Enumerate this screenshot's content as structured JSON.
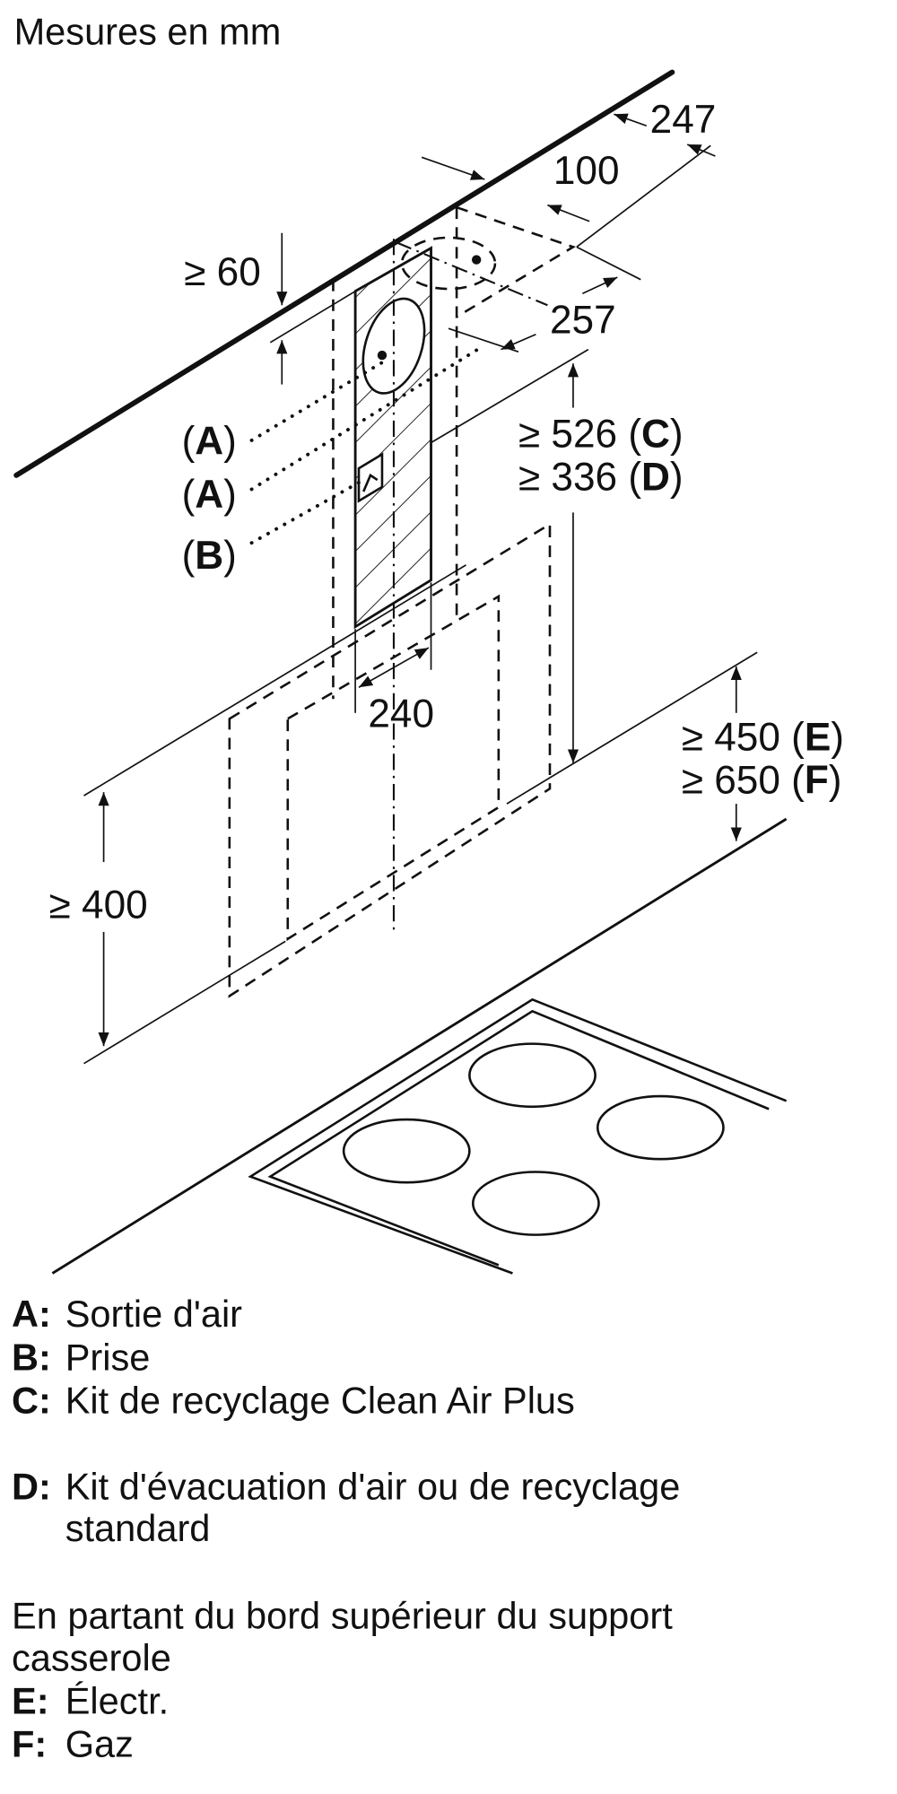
{
  "title": "Mesures en mm",
  "dimensions": {
    "d247": "247",
    "d100": "100",
    "d60": "≥ 60",
    "d257": "257",
    "d526": "≥ 526 (",
    "d526_key": "C",
    "d336": "≥ 336 (",
    "d336_key": "D",
    "d240": "240",
    "d450": "≥ 450 (",
    "d450_key": "E",
    "d650": "≥ 650 (",
    "d650_key": "F",
    "d400": "≥ 400",
    "close": ")"
  },
  "callouts": [
    {
      "key": "A"
    },
    {
      "key": "A"
    },
    {
      "key": "B"
    }
  ],
  "legend": [
    {
      "key": "A:",
      "text": "Sortie d'air"
    },
    {
      "key": "B:",
      "text": "Prise"
    },
    {
      "key": "C:",
      "text": "Kit de recyclage Clean Air Plus"
    },
    {
      "key": "D:",
      "text": "Kit d'évacuation d'air ou de recyclage",
      "text2": "standard"
    }
  ],
  "note": {
    "line1": "En partant du bord supérieur du support",
    "line2": "casserole"
  },
  "legend2": [
    {
      "key": "E:",
      "text": "Électr."
    },
    {
      "key": "F:",
      "text": "Gaz"
    }
  ]
}
